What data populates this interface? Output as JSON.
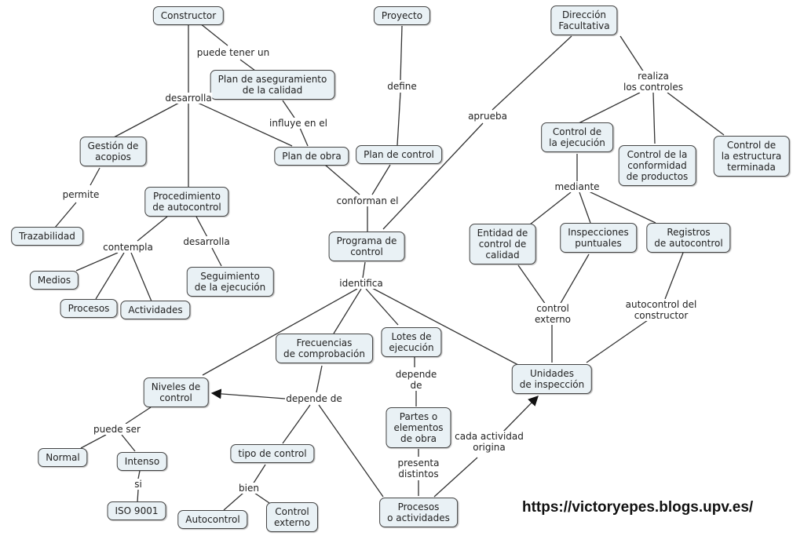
{
  "concepts": {
    "constructor": "Constructor",
    "proyecto": "Proyecto",
    "direccion": "Dirección\nFacultativa",
    "plan_aseguramiento": "Plan de aseguramiento\nde la calidad",
    "gestion_acopios": "Gestión de\nacopios",
    "plan_obra": "Plan de obra",
    "plan_control": "Plan de control",
    "control_ejecucion": "Control de\nla ejecución",
    "control_conformidad": "Control de la\nconformidad\nde productos",
    "control_estructura": "Control de\nla estructura\nterminada",
    "procedimiento_autocontrol": "Procedimiento\nde autocontrol",
    "trazabilidad": "Trazabilidad",
    "programa_control": "Programa de\ncontrol",
    "entidad_control": "Entidad de\ncontrol de\ncalidad",
    "inspecciones_puntuales": "Inspecciones\npuntuales",
    "registros_autocontrol": "Registros\nde autocontrol",
    "medios": "Medios",
    "seguimiento": "Seguimiento\nde la ejecución",
    "procesos": "Procesos",
    "actividades": "Actividades",
    "frecuencias": "Frecuencias\nde comprobación",
    "lotes": "Lotes de\nejecución",
    "unidades_inspeccion": "Unidades\nde inspección",
    "niveles_control": "Niveles de\ncontrol",
    "partes_elementos": "Partes o\nelementos\nde obra",
    "normal": "Normal",
    "intenso": "Intenso",
    "tipo_control": "tipo de control",
    "iso": "ISO 9001",
    "autocontrol": "Autocontrol",
    "control_externo": "Control\nexterno",
    "procesos_actividades": "Procesos\no actividades"
  },
  "link_labels": {
    "puede_tener_un": "puede tener un",
    "desarrolla_1": "desarrolla",
    "influye_en_el": "influye en el",
    "define": "define",
    "aprueba": "aprueba",
    "realiza_controles": "realiza\nlos controles",
    "permite": "permite",
    "conforman_el": "conforman el",
    "mediante": "mediante",
    "contempla": "contempla",
    "desarrolla_2": "desarrolla",
    "identifica": "identifica",
    "control_externo": "control\nexterno",
    "autocontrol_constructor": "autocontrol del\nconstructor",
    "depende_de_1": "depende\nde",
    "depende_de_2": "depende de",
    "puede_ser": "puede ser",
    "si": "si",
    "bien": "bien",
    "cada_actividad": "cada actividad\norigina",
    "presenta_distintos": "presenta\ndistintos"
  },
  "footer": {
    "url": "https://victoryepes.blogs.upv.es/"
  },
  "colors": {
    "node_fill": "#e9f1f5",
    "node_border": "#444444",
    "line": "#333333"
  }
}
